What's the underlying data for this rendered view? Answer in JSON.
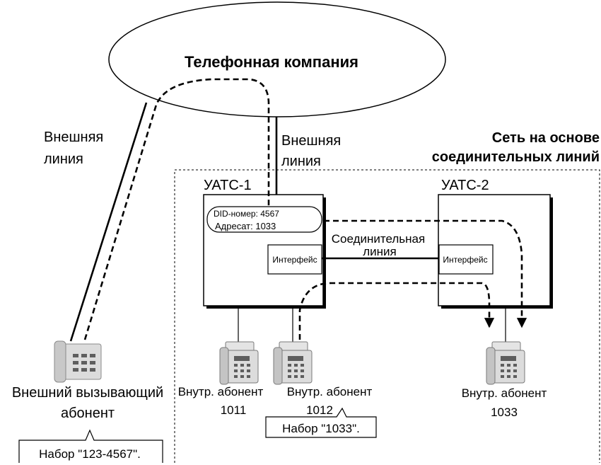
{
  "telco": {
    "label": "Телефонная компания"
  },
  "outside_line_left": {
    "line1": "Внешняя",
    "line2": "линия"
  },
  "outside_line_mid": {
    "line1": "Внешняя",
    "line2": "линия"
  },
  "network": {
    "line1": "Сеть на основе",
    "line2": "соединительных линий"
  },
  "pbx1": {
    "label": "УАТС-1",
    "did": "DID-номер: 4567",
    "destination": "Адресат: 1033",
    "interface": "Интерфейс"
  },
  "pbx2": {
    "label": "УАТС-2",
    "interface": "Интерфейс"
  },
  "tie_line": {
    "line1": "Соединительная",
    "line2": "линия"
  },
  "external_caller": {
    "line1": "Внешний вызывающий",
    "line2": "абонент",
    "callout": "Набор \"123-4567\"."
  },
  "ext_1011": {
    "label": "Внутр. абонент",
    "number": "1011"
  },
  "ext_1012": {
    "label": "Внутр. абонент",
    "number": "1012",
    "callout": "Набор \"1033\"."
  },
  "ext_1033": {
    "label": "Внутр. абонент",
    "number": "1033"
  }
}
